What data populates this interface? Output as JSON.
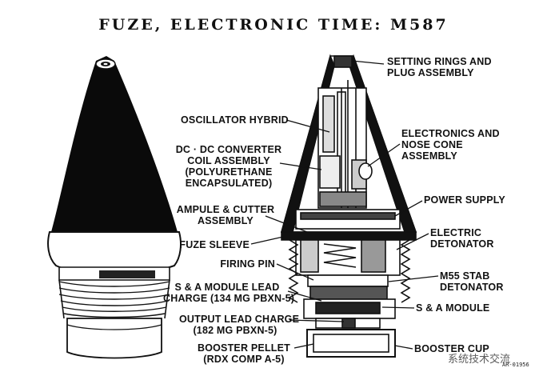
{
  "title": "FUZE,  ELECTRONIC  TIME:  M587",
  "labels": {
    "setting_rings": [
      "SETTING RINGS AND",
      "PLUG ASSEMBLY"
    ],
    "oscillator": [
      "OSCILLATOR HYBRID"
    ],
    "dcdc": [
      "DC · DC  CONVERTER",
      "COIL ASSEMBLY",
      "(POLYURETHANE",
      "ENCAPSULATED)"
    ],
    "electronics": [
      "ELECTRONICS AND",
      "NOSE CONE",
      "ASSEMBLY"
    ],
    "power_supply": [
      "POWER SUPPLY"
    ],
    "ampule": [
      "AMPULE & CUTTER",
      "ASSEMBLY"
    ],
    "electric_det": [
      "ELECTRIC",
      "DETONATOR"
    ],
    "fuze_sleeve": [
      "FUZE SLEEVE"
    ],
    "firing_pin": [
      "FIRING PIN"
    ],
    "m55": [
      "M55 STAB",
      "DETONATOR"
    ],
    "sa_lead": [
      "S & A MODULE LEAD",
      "CHARGE (134 MG PBXN-5)"
    ],
    "sa_module": [
      "S & A MODULE"
    ],
    "output_lead": [
      "OUTPUT LEAD CHARGE",
      "(182 MG PBXN-5)"
    ],
    "booster_pellet": [
      "BOOSTER PELLET",
      "(RDX COMP A-5)"
    ],
    "booster_cup": [
      "BOOSTER CUP"
    ]
  },
  "figure_code": "AR-01956",
  "watermark": "系统技术交流"
}
